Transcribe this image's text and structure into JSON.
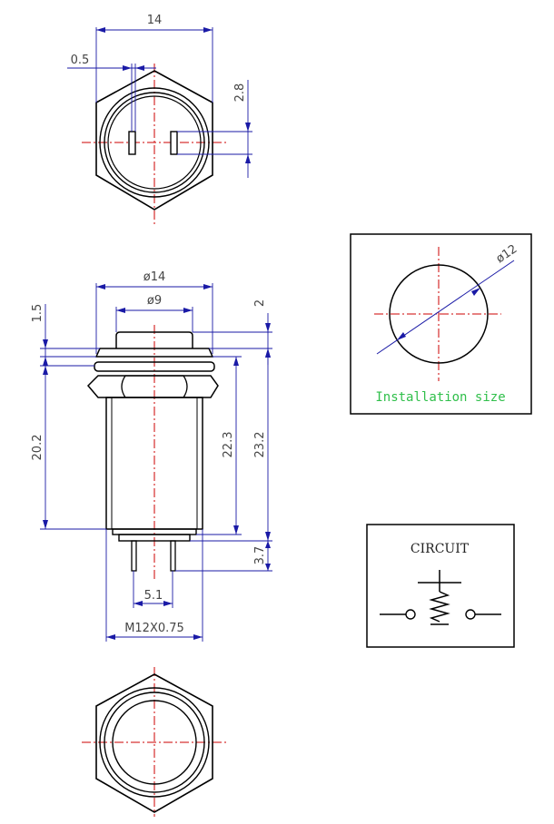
{
  "colors": {
    "outline": "#000000",
    "dimension": "#1a1aa6",
    "centerline": "#cc0000",
    "caption": "#2fbf4a"
  },
  "top_view": {
    "width_label": "14",
    "terminal_gap_label": "0.5",
    "terminal_width_label": "2.8"
  },
  "side_view": {
    "outer_diameter_label": "ø14",
    "inner_diameter_label": "ø9",
    "flange_label": "1.5",
    "cap_label": "2",
    "body_length_label": "20.2",
    "length_a_label": "22.3",
    "length_b_label": "23.2",
    "pin_length_label": "3.7",
    "pin_spacing_label": "5.1",
    "thread_label": "M12X0.75"
  },
  "installation": {
    "diameter_label": "ø12",
    "caption": "Installation size"
  },
  "circuit": {
    "title": "CIRCUIT"
  }
}
